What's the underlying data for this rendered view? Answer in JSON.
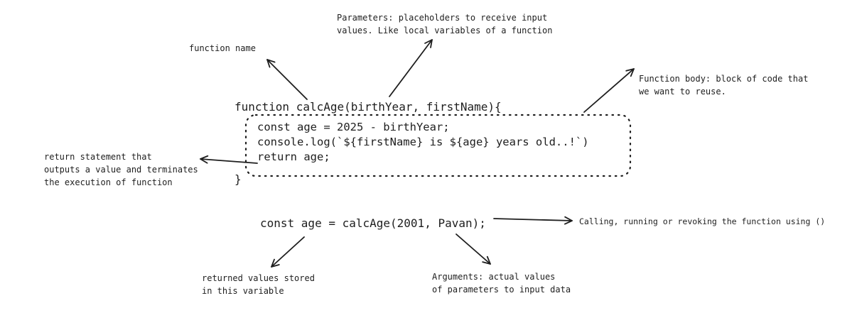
{
  "code_block": {
    "header": "function calcAge(birthYear, firstName){",
    "body": [
      "const age = 2025 - birthYear;",
      "console.log(`${firstName} is ${age} years old..!`)",
      "return age;"
    ],
    "closing": "}"
  },
  "call_line": "const age = calcAge(2001, Pavan);",
  "annotations": {
    "function_name": [
      "function name"
    ],
    "parameters": [
      "Parameters: placeholders to receive input",
      "values. Like local variables of a function"
    ],
    "function_body": [
      "Function body: block of code that",
      "we want to reuse."
    ],
    "return_statement": [
      "return statement that",
      "outputs a value and terminates",
      "the execution of function"
    ],
    "calling": [
      "Calling, running or revoking the function using ()"
    ],
    "returned_values": [
      "returned values stored",
      "in this variable"
    ],
    "arguments": [
      "Arguments: actual values",
      "of parameters to input data"
    ]
  },
  "colors": {
    "ink": "#1e1e1e",
    "background": "#ffffff"
  }
}
